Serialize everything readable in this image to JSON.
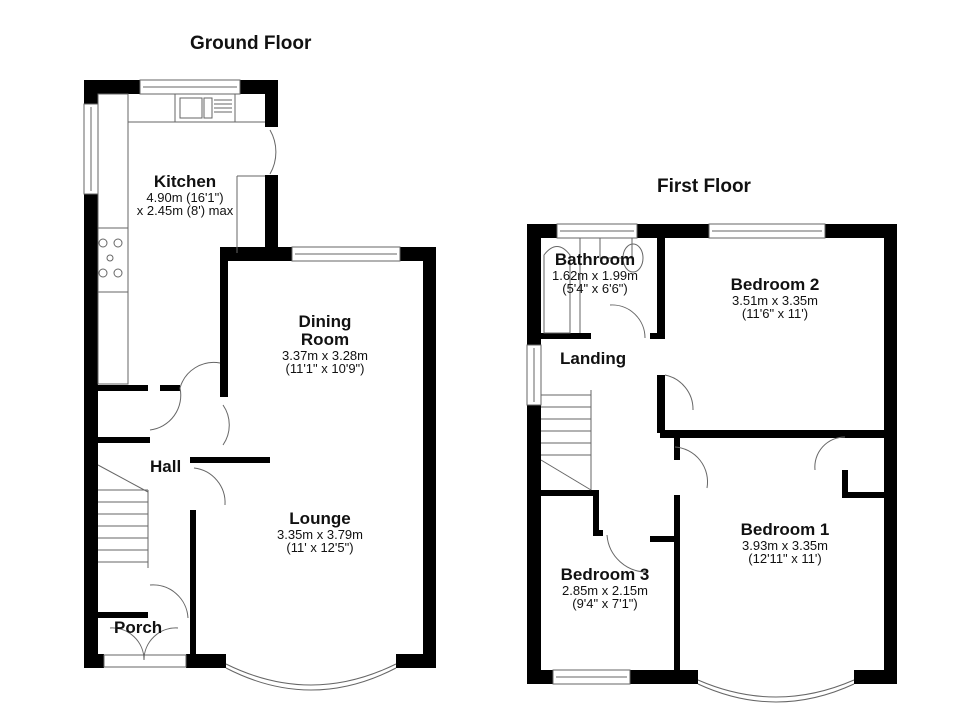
{
  "floors": {
    "ground": {
      "title": "Ground Floor",
      "rooms": {
        "kitchen": {
          "name": "Kitchen",
          "dim_line1": "4.90m (16'1\")",
          "dim_line2": "x 2.45m (8') max"
        },
        "dining": {
          "name_line1": "Dining",
          "name_line2": "Room",
          "dim_line1": "3.37m x 3.28m",
          "dim_line2": "(11'1\" x 10'9\")"
        },
        "hall": {
          "name": "Hall"
        },
        "lounge": {
          "name": "Lounge",
          "dim_line1": "3.35m x 3.79m",
          "dim_line2": "(11' x 12'5\")"
        },
        "porch": {
          "name": "Porch"
        }
      }
    },
    "first": {
      "title": "First Floor",
      "rooms": {
        "bathroom": {
          "name": "Bathroom",
          "dim_line1": "1.62m x 1.99m",
          "dim_line2": "(5'4\" x 6'6\")"
        },
        "bedroom2": {
          "name": "Bedroom 2",
          "dim_line1": "3.51m x 3.35m",
          "dim_line2": "(11'6\" x 11')"
        },
        "landing": {
          "name": "Landing"
        },
        "bedroom1": {
          "name": "Bedroom 1",
          "dim_line1": "3.93m x 3.35m",
          "dim_line2": "(12'11\" x 11')"
        },
        "bedroom3": {
          "name": "Bedroom 3",
          "dim_line1": "2.85m x 2.15m",
          "dim_line2": "(9'4\" x 7'1\")"
        }
      }
    }
  },
  "colors": {
    "wall": "#000000",
    "line": "#555555",
    "background": "#ffffff"
  }
}
